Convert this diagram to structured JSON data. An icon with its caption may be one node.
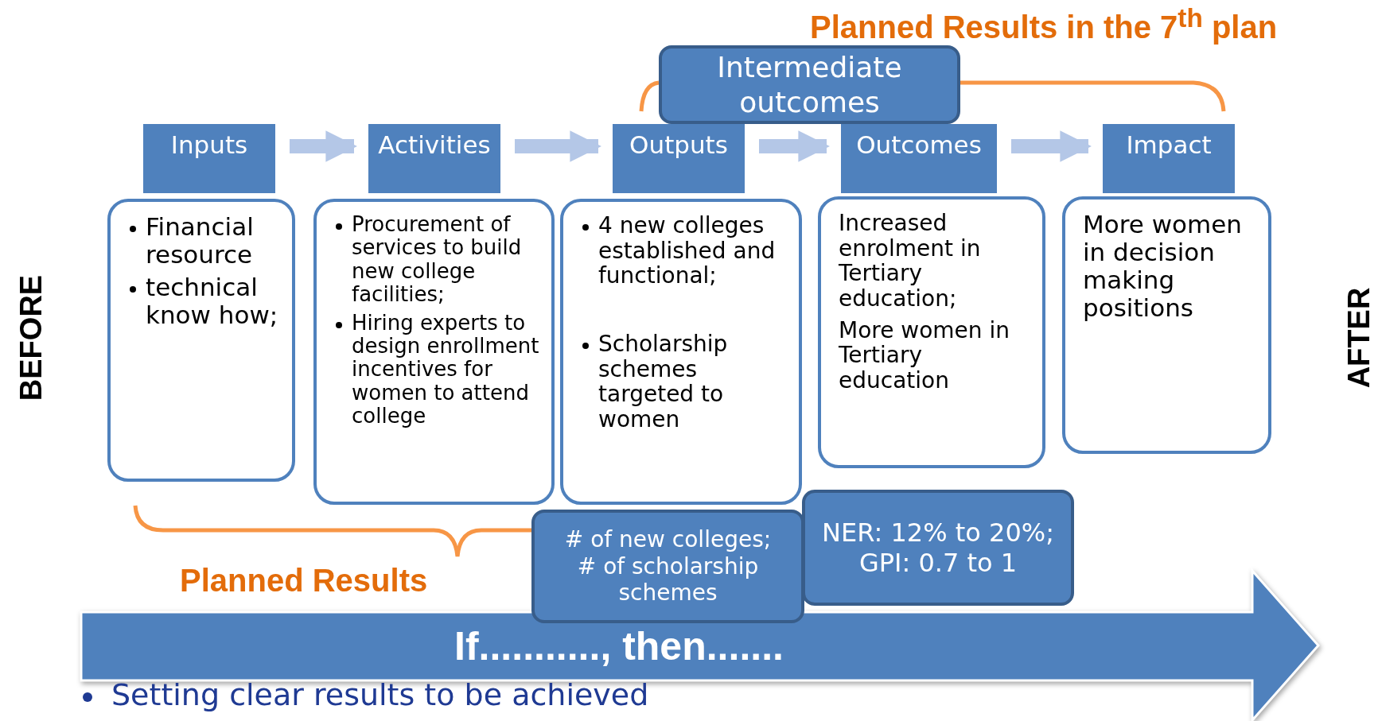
{
  "diagram": {
    "nodes": [
      {
        "text": [
          "Inputs"
        ]
      },
      {
        "text": [
          "Activities"
        ]
      },
      {
        "text": [
          "Outputs"
        ]
      },
      {
        "text": [
          "Outcomes"
        ]
      },
      {
        "text": [
          "Impact"
        ]
      },
      {
        "text": [
          "Financial resource",
          "technical know how;"
        ]
      },
      {
        "text": [
          "Procurement of services to build new college facilities;",
          "Hiring experts to design enrollment incentives for women to attend college"
        ]
      },
      {
        "text": [
          "4 new colleges established and functional;",
          "Scholarship schemes targeted to women"
        ]
      },
      {
        "text": [
          "Increased enrolment in Tertiary education;",
          "More women in Tertiary education"
        ]
      },
      {
        "text": [
          "More women in decision making positions"
        ]
      },
      {
        "text": [
          "Intermediate outcomes"
        ]
      },
      {
        "text": [
          "# of new colleges; # of scholarship schemes"
        ]
      },
      {
        "text": [
          "NER: 12% to 20%; GPI: 0.7 to 1"
        ]
      },
      {
        "text": [
          "If..........., then......."
        ]
      }
    ],
    "edges": [
      {
        "from": 0,
        "to": 1,
        "arrow": "to"
      },
      {
        "from": 1,
        "to": 2,
        "arrow": "to"
      },
      {
        "from": 2,
        "to": 3,
        "arrow": "to"
      },
      {
        "from": 3,
        "to": 4,
        "arrow": "to"
      }
    ],
    "labels": [
      "Planned Results in the 7$^{th}$ plan",
      "BEFORE",
      "AFTER",
      "Planned Results",
      "Setting clear results to be achieved"
    ]
  }
}
